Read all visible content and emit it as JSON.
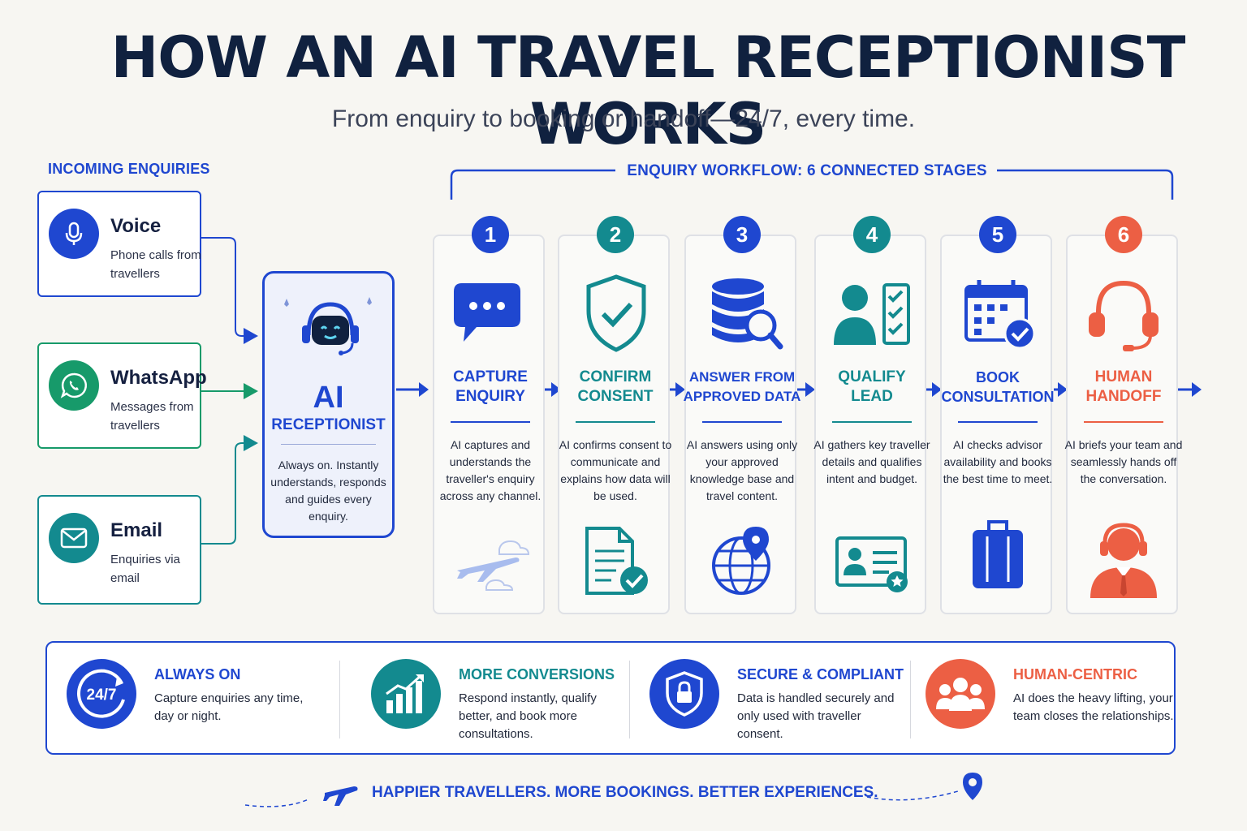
{
  "title": "HOW AN AI TRAVEL RECEPTIONIST WORKS",
  "subtitle": "From enquiry to booking or handoff—24/7, every time.",
  "incoming": {
    "label": "INCOMING ENQUIRIES",
    "channels": [
      {
        "name": "Voice",
        "desc": "Phone calls from travellers",
        "icon": "microphone-icon",
        "color": "#1f47d0"
      },
      {
        "name": "WhatsApp",
        "desc": "Messages from travellers",
        "icon": "whatsapp-icon",
        "color": "#179a6a"
      },
      {
        "name": "Email",
        "desc": "Enquiries via email",
        "icon": "envelope-icon",
        "color": "#138a8f"
      }
    ]
  },
  "ai": {
    "title": "AI",
    "subtitle": "RECEPTIONIST",
    "desc": "Always on. Instantly understands, responds and guides every enquiry."
  },
  "workflow": {
    "label": "ENQUIRY WORKFLOW: 6 CONNECTED STAGES",
    "stages": [
      {
        "num": "1",
        "title_1": "CAPTURE",
        "title_2": "ENQUIRY",
        "desc": "AI captures and understands the traveller's enquiry across any channel.",
        "color": "#1f47d0",
        "icon": "chat-bubble-icon",
        "bottom_icon": "airplane-clouds-icon"
      },
      {
        "num": "2",
        "title_1": "CONFIRM",
        "title_2": "CONSENT",
        "desc": "AI confirms consent to communicate and explains how data will be used.",
        "color": "#138a8f",
        "icon": "shield-check-icon",
        "bottom_icon": "document-check-icon"
      },
      {
        "num": "3",
        "title_1": "ANSWER FROM",
        "title_2": "APPROVED DATA",
        "desc": "AI answers using only your approved knowledge base and travel content.",
        "color": "#1f47d0",
        "icon": "database-search-icon",
        "bottom_icon": "globe-pin-icon"
      },
      {
        "num": "4",
        "title_1": "QUALIFY",
        "title_2": "LEAD",
        "desc": "AI gathers key traveller details and qualifies intent and budget.",
        "color": "#138a8f",
        "icon": "person-checklist-icon",
        "bottom_icon": "id-card-icon"
      },
      {
        "num": "5",
        "title_1": "BOOK",
        "title_2": "CONSULTATION",
        "desc": "AI checks advisor availability and books the best time to meet.",
        "color": "#1f47d0",
        "icon": "calendar-check-icon",
        "bottom_icon": "suitcase-icon"
      },
      {
        "num": "6",
        "title_1": "HUMAN",
        "title_2": "HANDOFF",
        "desc": "AI briefs your team and seamlessly hands off the conversation.",
        "color": "#ec5f44",
        "icon": "headset-icon",
        "bottom_icon": "agent-icon"
      }
    ]
  },
  "benefits": [
    {
      "title": "ALWAYS ON",
      "desc": "Capture enquiries any time, day or night.",
      "color": "#1f47d0",
      "icon": "clock-24-7-icon",
      "badge": "24/7"
    },
    {
      "title": "MORE CONVERSIONS",
      "desc": "Respond instantly, qualify better, and book more consultations.",
      "color": "#138a8f",
      "icon": "growth-chart-icon"
    },
    {
      "title": "SECURE & COMPLIANT",
      "desc": "Data is handled securely and only used with traveller consent.",
      "color": "#1f47d0",
      "icon": "shield-lock-icon"
    },
    {
      "title": "HUMAN-CENTRIC",
      "desc": "AI does the heavy lifting, your team closes the relationships.",
      "color": "#ec5f44",
      "icon": "people-icon"
    }
  ],
  "footer": "HAPPIER TRAVELLERS. MORE BOOKINGS. BETTER EXPERIENCES."
}
